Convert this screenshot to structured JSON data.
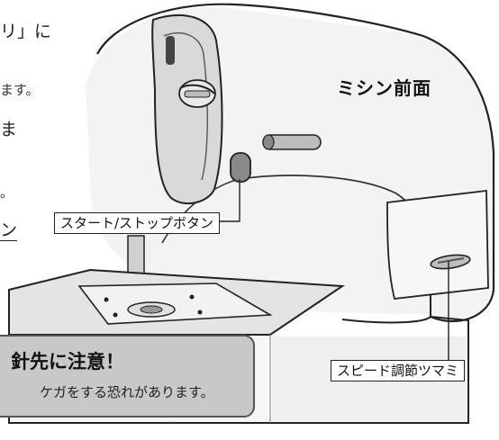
{
  "left_text_fragments": [
    "リ」に",
    "ます。",
    "ま",
    "。",
    "ン"
  ],
  "machine_front_label": "ミシン前面",
  "start_stop_label": "スタート/ストップボタン",
  "speed_knob_label": "スピード調節ツマミ",
  "warning": {
    "title": "針先に注意！",
    "body": "ケガをする恐れがあります。"
  }
}
